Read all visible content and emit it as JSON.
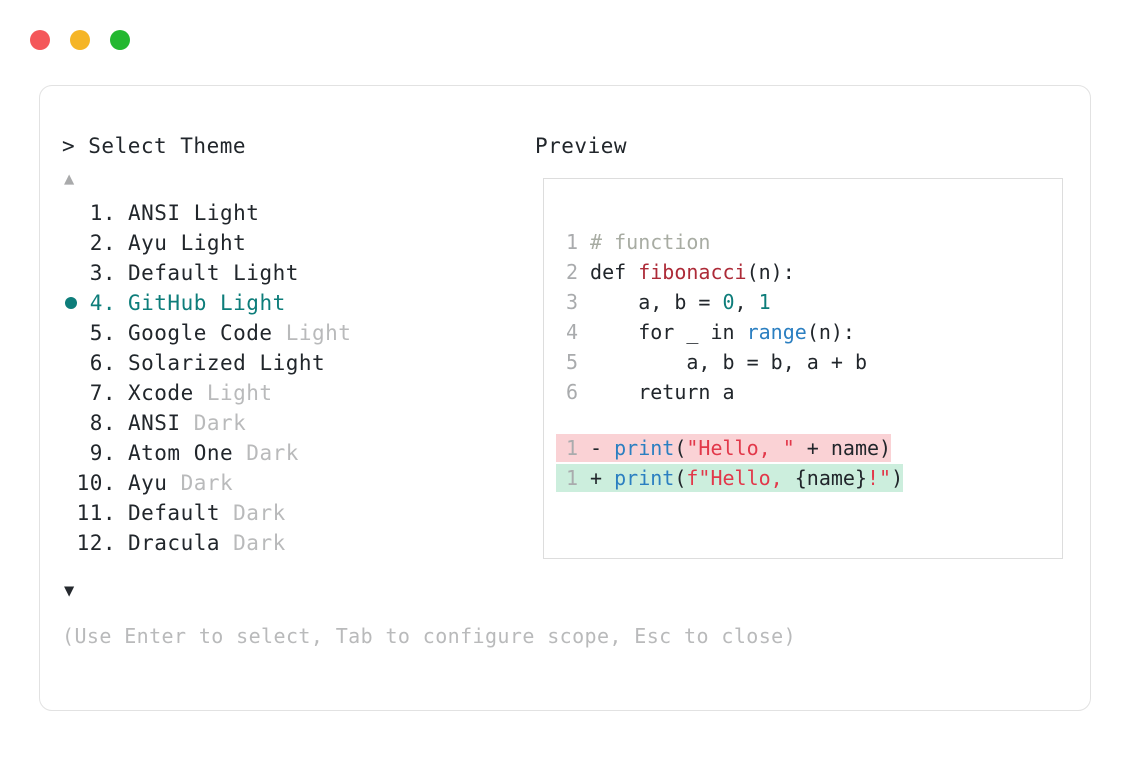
{
  "window": {
    "traffic_lights": [
      {
        "name": "close-dot",
        "color": "#f4575a"
      },
      {
        "name": "minimize-dot",
        "color": "#f5b526"
      },
      {
        "name": "maximize-dot",
        "color": "#23b830"
      }
    ]
  },
  "accent_color": "#0d7d7a",
  "prompt": {
    "marker": ">",
    "title": "Select Theme",
    "header_text": "> Select Theme"
  },
  "scroll": {
    "up_arrow": "▲",
    "down_arrow": "▼"
  },
  "preview": {
    "header": "Preview"
  },
  "themes": [
    {
      "index": " 1.",
      "name": "ANSI",
      "suffix": "Light",
      "suffix_muted": false,
      "selected": false
    },
    {
      "index": " 2.",
      "name": "Ayu",
      "suffix": "Light",
      "suffix_muted": false,
      "selected": false
    },
    {
      "index": " 3.",
      "name": "Default",
      "suffix": "Light",
      "suffix_muted": false,
      "selected": false
    },
    {
      "index": " 4.",
      "name": "GitHub",
      "suffix": "Light",
      "suffix_muted": false,
      "selected": true
    },
    {
      "index": " 5.",
      "name": "Google Code",
      "suffix": "Light",
      "suffix_muted": true,
      "selected": false
    },
    {
      "index": " 6.",
      "name": "Solarized",
      "suffix": "Light",
      "suffix_muted": false,
      "selected": false
    },
    {
      "index": " 7.",
      "name": "Xcode",
      "suffix": "Light",
      "suffix_muted": true,
      "selected": false
    },
    {
      "index": " 8.",
      "name": "ANSI",
      "suffix": "Dark",
      "suffix_muted": true,
      "selected": false
    },
    {
      "index": " 9.",
      "name": "Atom One",
      "suffix": "Dark",
      "suffix_muted": true,
      "selected": false
    },
    {
      "index": "10.",
      "name": "Ayu",
      "suffix": "Dark",
      "suffix_muted": true,
      "selected": false
    },
    {
      "index": "11.",
      "name": "Default",
      "suffix": "Dark",
      "suffix_muted": true,
      "selected": false
    },
    {
      "index": "12.",
      "name": "Dracula",
      "suffix": "Dark",
      "suffix_muted": true,
      "selected": false
    }
  ],
  "code": {
    "lines": [
      {
        "no": "1",
        "tokens": [
          {
            "t": "# function",
            "c": "t-comment"
          }
        ]
      },
      {
        "no": "2",
        "tokens": [
          {
            "t": "def ",
            "c": "t-plain"
          },
          {
            "t": "fibonacci",
            "c": "t-fn"
          },
          {
            "t": "(n):",
            "c": "t-plain"
          }
        ]
      },
      {
        "no": "3",
        "tokens": [
          {
            "t": "    a, b = ",
            "c": "t-plain"
          },
          {
            "t": "0",
            "c": "t-num"
          },
          {
            "t": ", ",
            "c": "t-plain"
          },
          {
            "t": "1",
            "c": "t-num"
          }
        ]
      },
      {
        "no": "4",
        "tokens": [
          {
            "t": "    for _ in ",
            "c": "t-plain"
          },
          {
            "t": "range",
            "c": "t-builtin"
          },
          {
            "t": "(n):",
            "c": "t-plain"
          }
        ]
      },
      {
        "no": "5",
        "tokens": [
          {
            "t": "        a, b = b, a + b",
            "c": "t-plain"
          }
        ]
      },
      {
        "no": "6",
        "tokens": [
          {
            "t": "    return a",
            "c": "t-plain"
          }
        ]
      }
    ],
    "diff": [
      {
        "no": "1",
        "kind": "del",
        "marker": "-",
        "tokens": [
          {
            "t": "print",
            "c": "t-builtin"
          },
          {
            "t": "(",
            "c": "t-plain"
          },
          {
            "t": "\"Hello, \"",
            "c": "t-str"
          },
          {
            "t": " + name)",
            "c": "t-plain"
          }
        ]
      },
      {
        "no": "1",
        "kind": "add",
        "marker": "+",
        "tokens": [
          {
            "t": "print",
            "c": "t-builtin"
          },
          {
            "t": "(",
            "c": "t-plain"
          },
          {
            "t": "f\"Hello, ",
            "c": "t-str"
          },
          {
            "t": "{name}",
            "c": "t-plain"
          },
          {
            "t": "!\"",
            "c": "t-str"
          },
          {
            "t": ")",
            "c": "t-plain"
          }
        ]
      }
    ]
  },
  "footer": {
    "hint": "(Use Enter to select, Tab to configure scope, Esc to close)"
  }
}
